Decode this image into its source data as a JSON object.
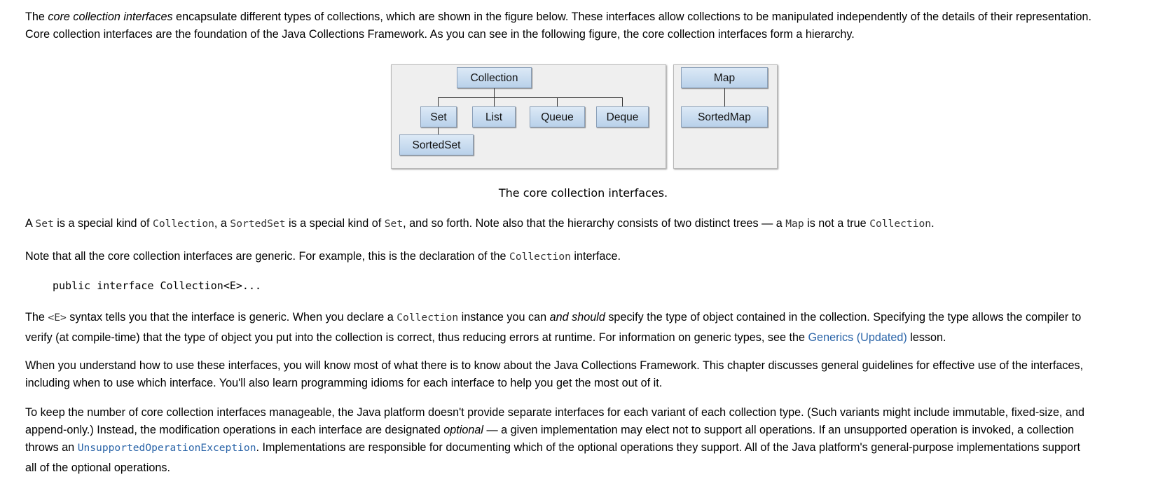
{
  "intro": {
    "l1_a": "The ",
    "l1_em": "core collection interfaces",
    "l1_b": " encapsulate different types of collections, which are shown in the figure below. These interfaces allow collections to be manipulated independently of the details of their representation.",
    "l2": "Core collection interfaces are the foundation of the Java Collections Framework. As you can see in the following figure, the core collection interfaces form a hierarchy."
  },
  "figure": {
    "collection": "Collection",
    "set": "Set",
    "list": "List",
    "queue": "Queue",
    "deque": "Deque",
    "sortedset": "SortedSet",
    "map": "Map",
    "sortedmap": "SortedMap",
    "caption": "The core collection interfaces."
  },
  "p2": {
    "a": "A ",
    "c1": "Set",
    "b": " is a special kind of ",
    "c2": "Collection",
    "c": ", a ",
    "c3": "SortedSet",
    "d": " is a special kind of ",
    "c4": "Set",
    "e": ", and so forth. Note also that the hierarchy consists of two distinct trees — a ",
    "c5": "Map",
    "f": " is not a true ",
    "c6": "Collection",
    "g": "."
  },
  "p3": {
    "a": "Note that all the core collection interfaces are generic. For example, this is the declaration of the ",
    "c1": "Collection",
    "b": " interface."
  },
  "code": "public interface Collection<E>...",
  "p4": {
    "a": "The ",
    "c1": "<E>",
    "b": " syntax tells you that the interface is generic. When you declare a ",
    "c2": "Collection",
    "c": " instance you can ",
    "em": "and should",
    "d": " specify the type of object contained in the collection. Specifying the type allows the compiler to",
    "e": "verify (at compile-time) that the type of object you put into the collection is correct, thus reducing errors at runtime. For information on generic types, see the ",
    "link": "Generics (Updated)",
    "f": " lesson."
  },
  "p5": {
    "l1": "When you understand how to use these interfaces, you will know most of what there is to know about the Java Collections Framework. This chapter discusses general guidelines for effective use of the interfaces,",
    "l2": "including when to use which interface. You'll also learn programming idioms for each interface to help you get the most out of it."
  },
  "p6": {
    "l1": "To keep the number of core collection interfaces manageable, the Java platform doesn't provide separate interfaces for each variant of each collection type. (Such variants might include immutable, fixed-size, and",
    "l2a": "append-only.) Instead, the modification operations in each interface are designated ",
    "l2em": "optional",
    "l2b": " — a given implementation may elect not to support all operations. If an unsupported operation is invoked, a collection",
    "l3a": "throws an ",
    "l3link": "UnsupportedOperationException",
    "l3b": ". Implementations are responsible for documenting which of the optional operations they support. All of the Java platform's general-purpose implementations support",
    "l4": "all of the optional operations."
  }
}
